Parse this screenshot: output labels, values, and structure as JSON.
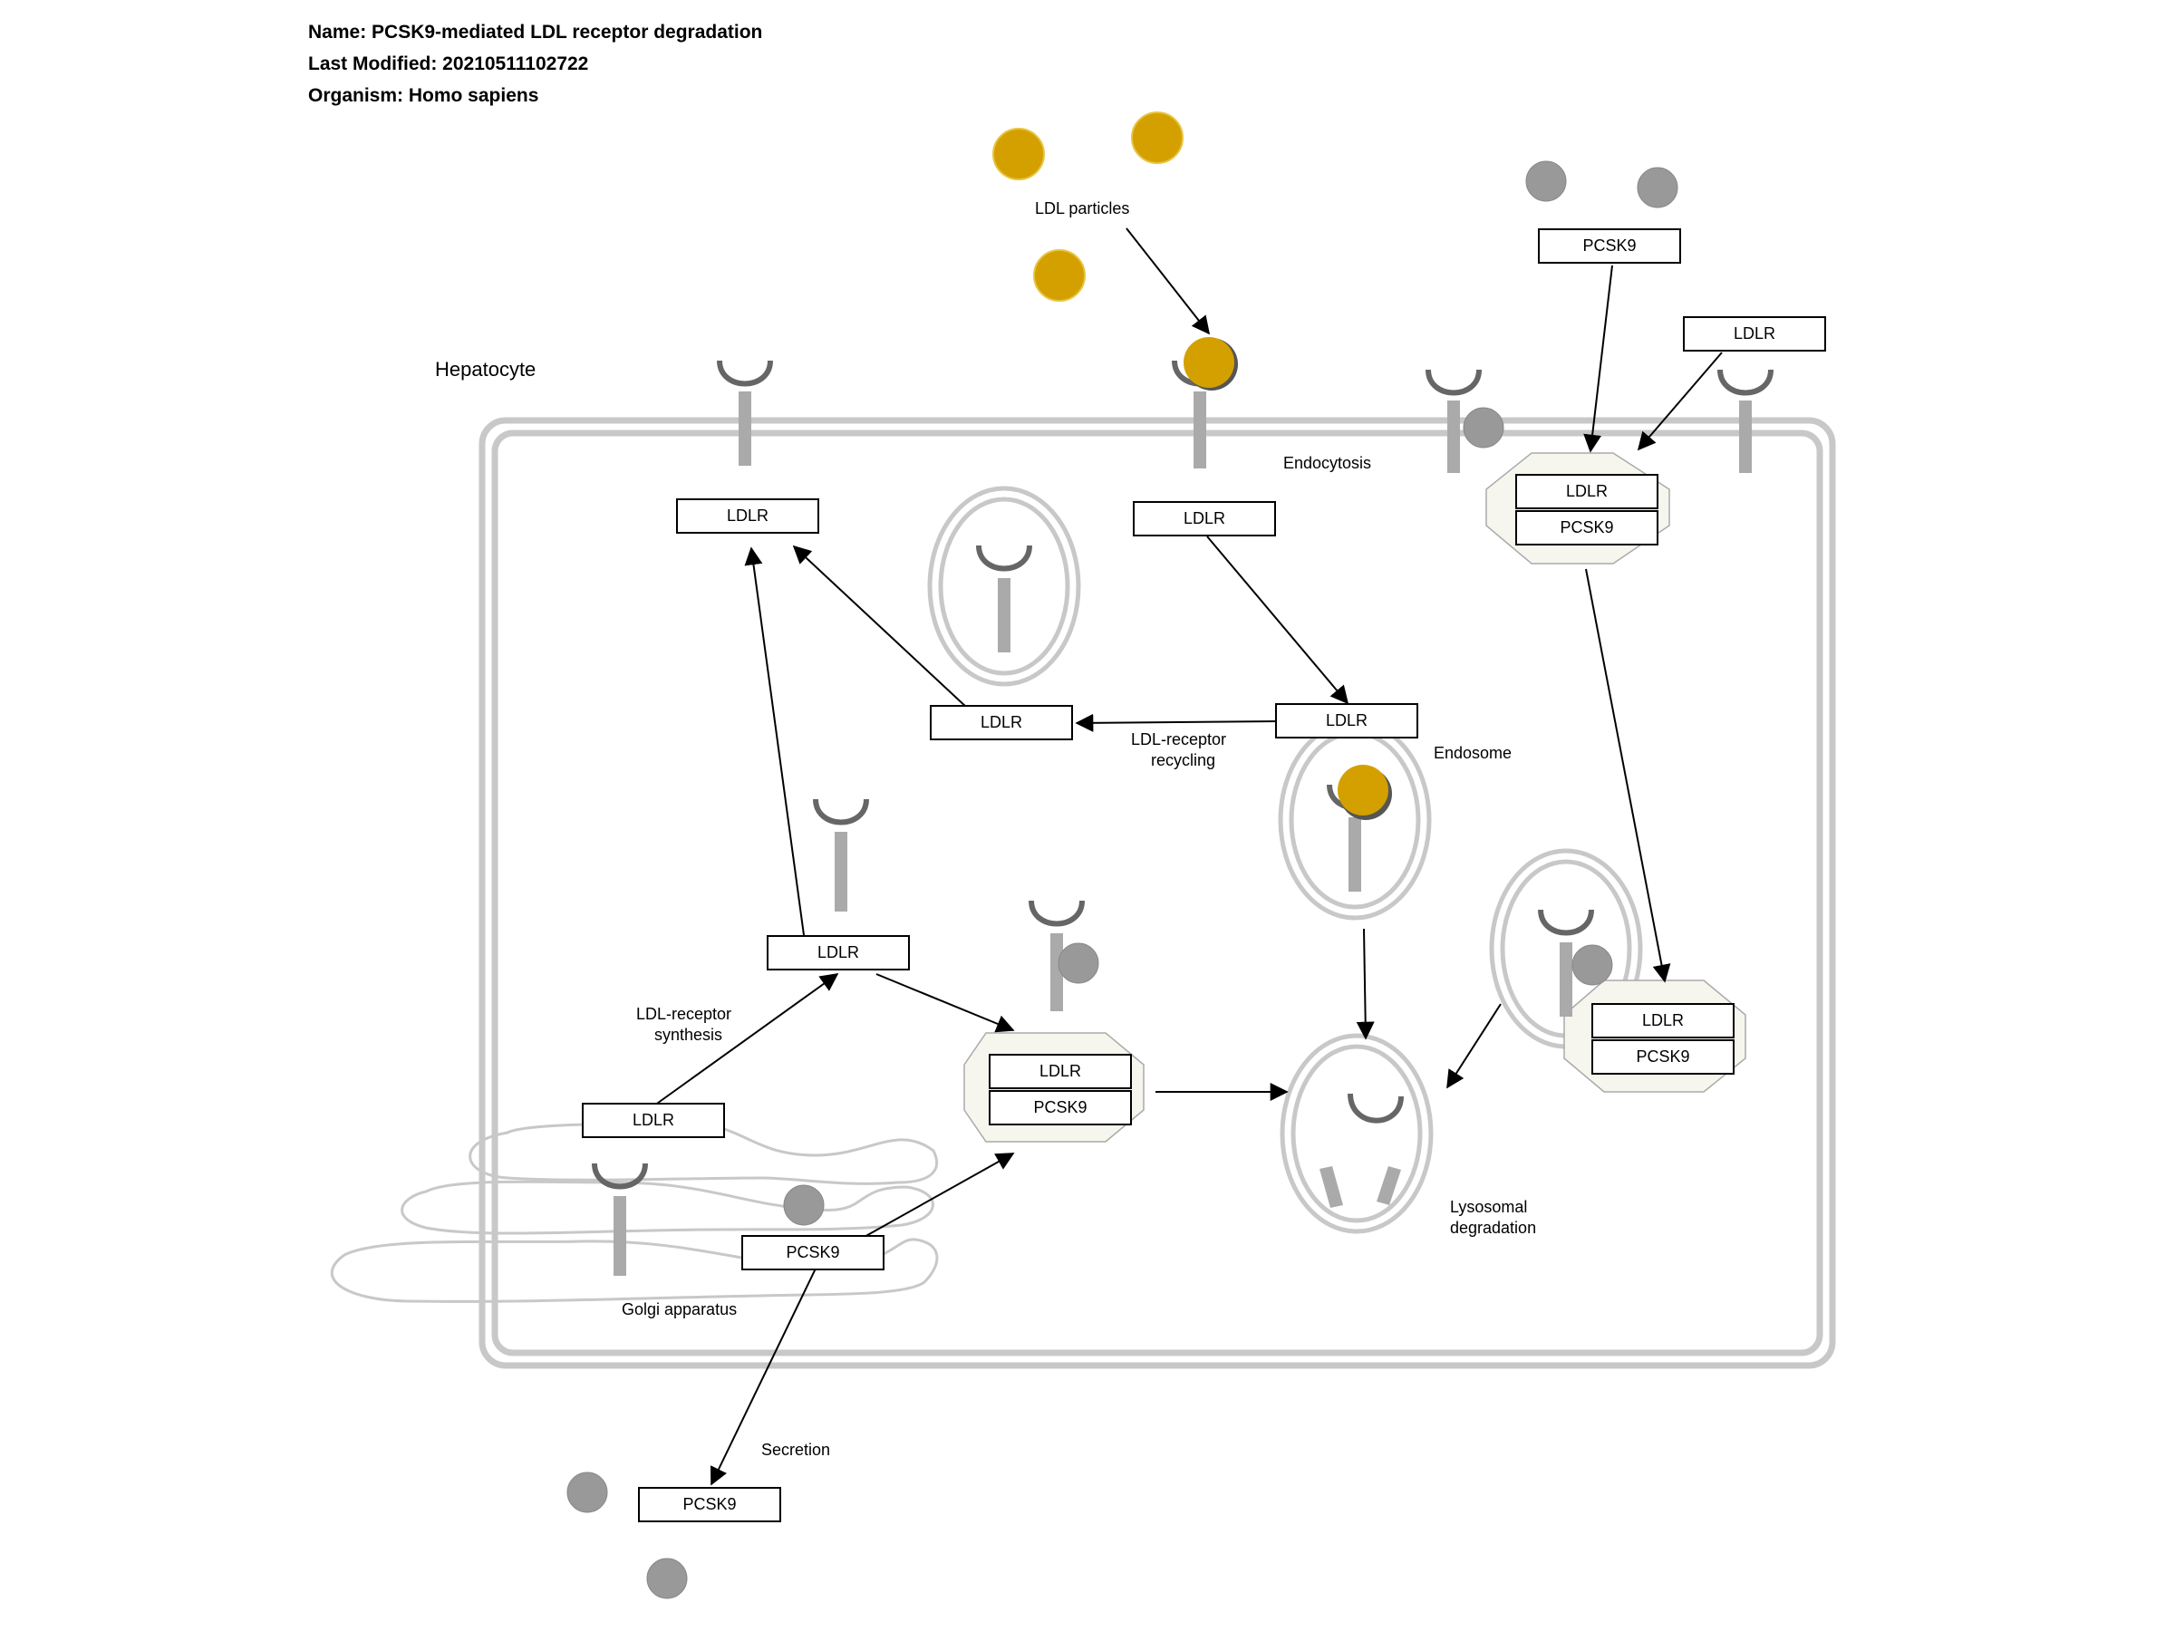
{
  "header": {
    "name": "Name: PCSK9-mediated LDL receptor degradation",
    "last_modified": "Last Modified: 20210511102722",
    "organism": "Organism: Homo sapiens"
  },
  "labels": {
    "hepatocyte": "Hepatocyte",
    "ldl_particles": "LDL particles",
    "endocytosis": "Endocytosis",
    "recycling_1": "LDL-receptor",
    "recycling_2": "recycling",
    "endosome": "Endosome",
    "synthesis_1": "LDL-receptor",
    "synthesis_2": "synthesis",
    "lysosomal_1": "Lysosomal",
    "lysosomal_2": "degradation",
    "golgi": "Golgi apparatus",
    "secretion": "Secretion"
  },
  "nodes": {
    "ldlr_top_left": "LDLR",
    "ldlr_endocytosed": "LDLR",
    "ldlr_endosome": "LDLR",
    "ldlr_recycled": "LDLR",
    "ldlr_synth": "LDLR",
    "ldlr_golgi": "LDLR",
    "pcsk9_golgi": "PCSK9",
    "pcsk9_secreted": "PCSK9",
    "pcsk9_extracellular": "PCSK9",
    "ldlr_extracellular": "LDLR",
    "complex_surface_ldlr": "LDLR",
    "complex_surface_pcsk9": "PCSK9",
    "complex_lyso_ldlr": "LDLR",
    "complex_lyso_pcsk9": "PCSK9",
    "complex_intra_ldlr": "LDLR",
    "complex_intra_pcsk9": "PCSK9"
  },
  "colors": {
    "ldl_particle": "#d4a000",
    "pcsk9_particle": "#999999",
    "membrane": "#c8c8c8",
    "receptor_stem": "#aaaaaa",
    "receptor_cup": "#666666",
    "complex_fill": "#f6f6ee"
  }
}
